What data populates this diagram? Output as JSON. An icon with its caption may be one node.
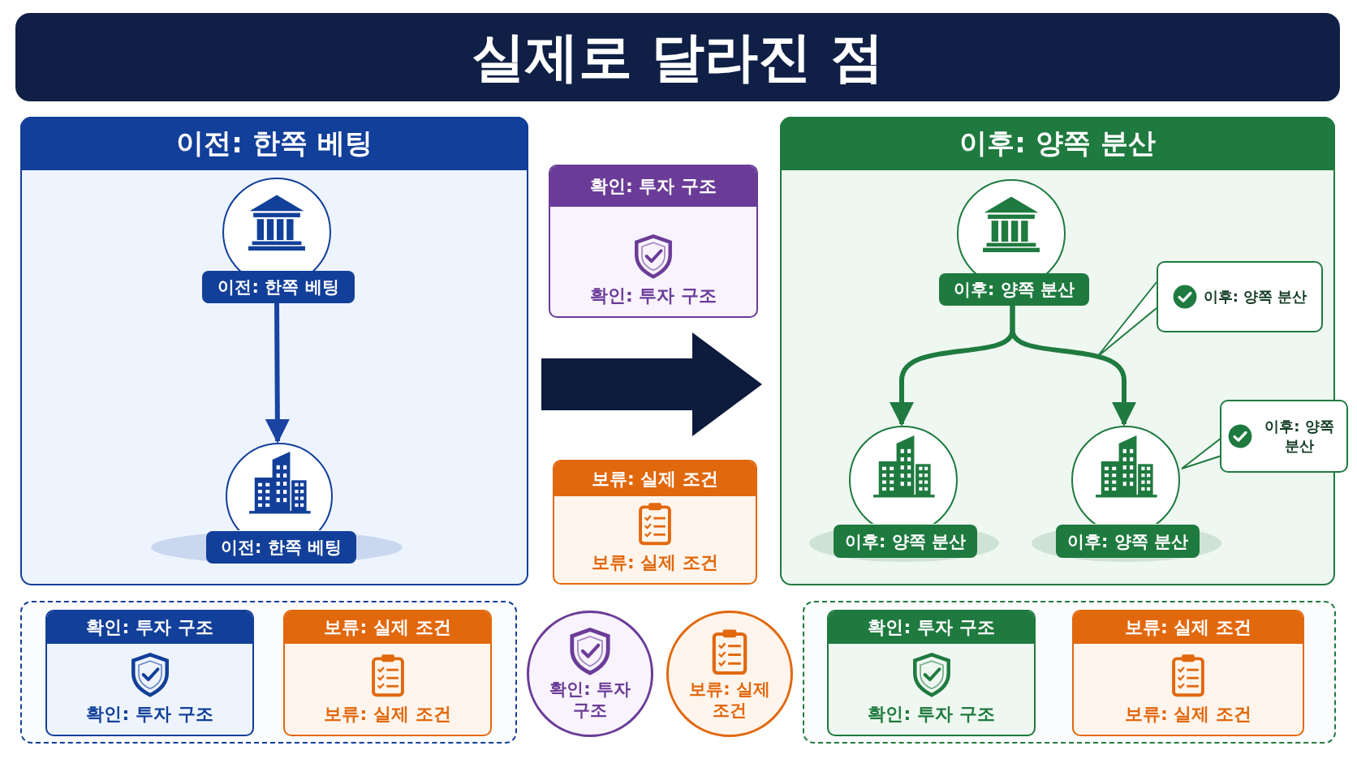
{
  "diagram": {
    "title": "실제로 달라진 점",
    "nodes": [
      {
        "text": [
          "이전: 한쪽 베팅"
        ]
      },
      {
        "text": [
          "이전: 한쪽 베팅"
        ],
        "in": 0
      },
      {
        "text": [],
        "shape": "circle",
        "in": 0
      },
      {
        "text": [
          "이전: 한쪽 베팅"
        ],
        "in": 22
      },
      {
        "text": [
          "확인: 투자 구조",
          "확인: 투자 구조"
        ]
      },
      {
        "text": [
          "보류: 실제 조건",
          "보류: 실제 조건"
        ]
      },
      {
        "text": [
          "이후: 양쪽 분산"
        ]
      },
      {
        "text": [
          "이후: 양쪽 분산"
        ],
        "in": 6
      },
      {
        "text": [
          "이후: 양쪽 분산"
        ],
        "in": 6
      },
      {
        "text": [],
        "shape": "circle",
        "in": 6
      },
      {
        "text": [],
        "shape": "circle",
        "in": 6
      },
      {
        "text": [
          "이후: 양쪽 분산"
        ]
      },
      {
        "text": [
          "이후: 양쪽 분산"
        ],
        "in": 23
      },
      {
        "text": [
          "이후: 양쪽 분산"
        ],
        "in": 24
      },
      {
        "text": [],
        "shape": "box"
      },
      {
        "text": [
          "확인: 투자 구조",
          "확인: 투자 구조"
        ],
        "in": 14
      },
      {
        "text": [
          "보류: 실제 조건",
          "보류: 실제 조건"
        ],
        "in": 14
      },
      {
        "text": [
          "확인: 투자 구조"
        ]
      },
      {
        "text": [
          "보류: 실제 조건"
        ]
      },
      {
        "text": [],
        "shape": "box"
      },
      {
        "text": [
          "확인: 투자 구조",
          "확인: 투자 구조"
        ],
        "in": 19
      },
      {
        "text": [
          "보류: 실제 조건",
          "보류: 실제 조건"
        ],
        "in": 19
      },
      {
        "text": [],
        "shape": "ellipse",
        "in": 0
      },
      {
        "text": [],
        "shape": "ellipse",
        "in": 6
      },
      {
        "text": [],
        "shape": "ellipse",
        "in": 6
      }
    ],
    "edges": [
      {
        "from": 1,
        "to": 2,
        "arrow": "to",
        "color": "#1a43a3"
      },
      {
        "from": 0,
        "to": 6,
        "arrow": "to",
        "style": "thick",
        "color": "#0d1b3d"
      },
      {
        "from": 7,
        "to": 9,
        "arrow": "to",
        "color": "#1f7a3f"
      },
      {
        "from": 7,
        "to": 10,
        "arrow": "to",
        "color": "#1f7a3f"
      }
    ]
  }
}
